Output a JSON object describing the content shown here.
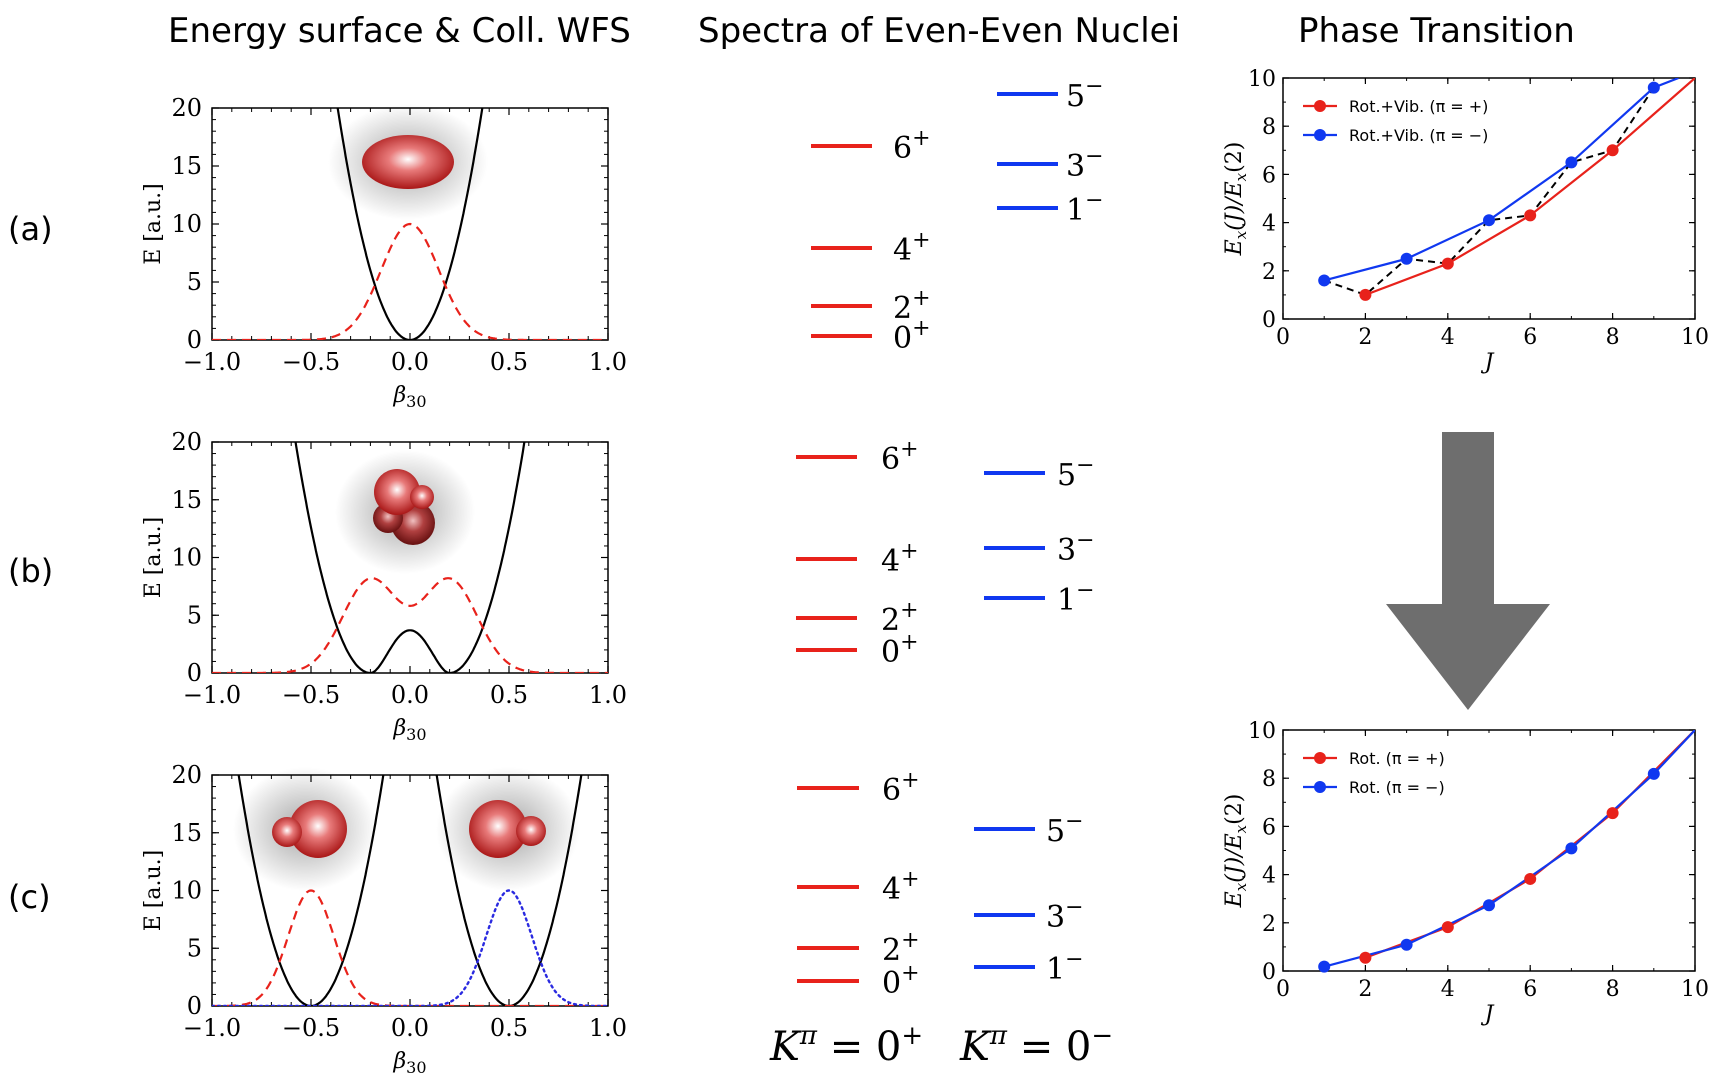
{
  "titles": {
    "left": "Energy surface & Coll. WFS",
    "middle": "Spectra of Even-Even Nuclei",
    "right": "Phase Transition"
  },
  "row_labels": [
    "(a)",
    "(b)",
    "(c)"
  ],
  "k_labels": {
    "positive": "K^π = 0^+",
    "negative": "K^π = 0^−"
  },
  "colors": {
    "red": "#e8221b",
    "blue": "#1038f0",
    "black": "#000000",
    "dotblue": "#2a2ae0",
    "arrow": "#6e6e6e"
  },
  "chart_data": [
    {
      "type": "line",
      "panel": "a",
      "xlabel": "β30",
      "ylabel": "E [a.u.]",
      "xlim": [
        -1.0,
        1.0
      ],
      "ylim": [
        0,
        20
      ],
      "xticks": [
        "−1.0",
        "−0.5",
        "0.0",
        "0.5",
        "1.0"
      ],
      "yticks": [
        "0",
        "5",
        "10",
        "15",
        "20"
      ],
      "series": [
        {
          "style": "solid-black",
          "form": "single well",
          "min_at": 0.0,
          "min_value": 0
        },
        {
          "style": "dashed-red",
          "form": "gaussian",
          "center": 0.0,
          "peak": 10
        }
      ]
    },
    {
      "type": "line",
      "panel": "b",
      "xlabel": "β30",
      "ylabel": "E [a.u.]",
      "xlim": [
        -1.0,
        1.0
      ],
      "ylim": [
        0,
        20
      ],
      "xticks": [
        "−1.0",
        "−0.5",
        "0.0",
        "0.5",
        "1.0"
      ],
      "yticks": [
        "0",
        "5",
        "10",
        "15",
        "20"
      ],
      "series": [
        {
          "style": "solid-black",
          "form": "double well",
          "minima_at": [
            -0.2,
            0.2
          ],
          "barrier": 3.7
        },
        {
          "style": "dashed-red",
          "form": "double hump",
          "peaks_at": [
            -0.2,
            0.2
          ],
          "peak": 8.2,
          "center_value": 5.9
        }
      ]
    },
    {
      "type": "line",
      "panel": "c",
      "xlabel": "β30",
      "ylabel": "E [a.u.]",
      "xlim": [
        -1.0,
        1.0
      ],
      "ylim": [
        0,
        20
      ],
      "xticks": [
        "−1.0",
        "−0.5",
        "0.0",
        "0.5",
        "1.0"
      ],
      "yticks": [
        "0",
        "5",
        "10",
        "15",
        "20"
      ],
      "series": [
        {
          "style": "solid-black",
          "form": "separated double well",
          "minima_at": [
            -0.5,
            0.5
          ]
        },
        {
          "style": "dashed-red",
          "form": "gaussian",
          "center": -0.5,
          "peak": 10
        },
        {
          "style": "dotted-blue",
          "form": "gaussian",
          "center": 0.5,
          "peak": 10
        }
      ]
    },
    {
      "type": "level-scheme",
      "panel": "a",
      "positive": [
        {
          "label": "6^+",
          "rel": 0.0
        },
        {
          "label": "4^+",
          "rel": 0.53
        },
        {
          "label": "2^+",
          "rel": 0.84
        },
        {
          "label": "0^+",
          "rel": 1.0
        }
      ],
      "negative": [
        {
          "label": "5^−",
          "rel": 0.0
        },
        {
          "label": "3^−",
          "rel": 0.55
        },
        {
          "label": "1^−",
          "rel": 0.9
        }
      ]
    },
    {
      "type": "level-scheme",
      "panel": "b",
      "positive": [
        {
          "label": "6^+",
          "rel": 0.0
        },
        {
          "label": "4^+",
          "rel": 0.53
        },
        {
          "label": "2^+",
          "rel": 0.84
        },
        {
          "label": "0^+",
          "rel": 1.0
        }
      ],
      "negative": [
        {
          "label": "5^−",
          "rel": 0.0
        },
        {
          "label": "3^−",
          "rel": 0.55
        },
        {
          "label": "1^−",
          "rel": 0.9
        }
      ]
    },
    {
      "type": "level-scheme",
      "panel": "c",
      "positive": [
        {
          "label": "6^+",
          "rel": 0.0
        },
        {
          "label": "4^+",
          "rel": 0.53
        },
        {
          "label": "2^+",
          "rel": 0.84
        },
        {
          "label": "0^+",
          "rel": 1.0
        }
      ],
      "negative": [
        {
          "label": "5^−",
          "rel": 0.0
        },
        {
          "label": "3^−",
          "rel": 0.55
        },
        {
          "label": "1^−",
          "rel": 0.9
        }
      ]
    },
    {
      "type": "line",
      "panel": "phase-top",
      "xlabel": "J",
      "ylabel": "E_x(J)/E_x(2)",
      "xlim": [
        0,
        10
      ],
      "ylim": [
        0,
        10
      ],
      "xticks": [
        "0",
        "2",
        "4",
        "6",
        "8",
        "10"
      ],
      "yticks": [
        "0",
        "2",
        "4",
        "6",
        "8",
        "10"
      ],
      "series": [
        {
          "name": "Rot.+Vib. (π = +)",
          "color": "red",
          "x": [
            2,
            4,
            6,
            8,
            10
          ],
          "y": [
            1.0,
            2.3,
            4.3,
            7.0,
            10.0
          ]
        },
        {
          "name": "Rot.+Vib. (π = −)",
          "color": "blue",
          "x": [
            1,
            3,
            5,
            7,
            9,
            9.6
          ],
          "y": [
            1.6,
            2.5,
            4.1,
            6.5,
            9.6,
            10.0
          ]
        },
        {
          "style": "dashed-black",
          "x": [
            1,
            2,
            3,
            4,
            5,
            6,
            7,
            8,
            9
          ],
          "y": [
            1.6,
            1.0,
            2.5,
            2.3,
            4.1,
            4.3,
            6.5,
            7.0,
            9.6
          ]
        }
      ]
    },
    {
      "type": "line",
      "panel": "phase-bottom",
      "xlabel": "J",
      "ylabel": "E_x(J)/E_x(2)",
      "xlim": [
        0,
        10
      ],
      "ylim": [
        0,
        10
      ],
      "xticks": [
        "0",
        "2",
        "4",
        "6",
        "8",
        "10"
      ],
      "yticks": [
        "0",
        "2",
        "4",
        "6",
        "8",
        "10"
      ],
      "series": [
        {
          "name": "Rot. (π = +)",
          "color": "red",
          "x": [
            2,
            4,
            6,
            8,
            10
          ],
          "y": [
            0.55,
            1.82,
            3.82,
            6.55,
            10.0
          ]
        },
        {
          "name": "Rot. (π = −)",
          "color": "blue",
          "x": [
            1,
            3,
            5,
            7,
            9,
            10
          ],
          "y": [
            0.18,
            1.09,
            2.73,
            5.09,
            8.18,
            10.0
          ]
        }
      ]
    }
  ]
}
